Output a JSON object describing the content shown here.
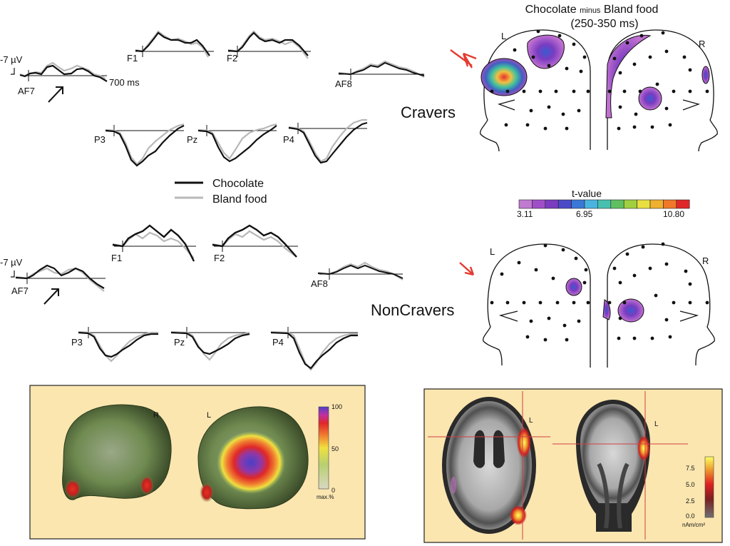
{
  "figure": {
    "title_main": "Chocolate",
    "title_minus": "minus",
    "title_rest": "Bland food",
    "title_window": "(250-350 ms)",
    "groups": {
      "cravers": "Cravers",
      "noncravers": "NonCravers"
    },
    "erp": {
      "scale_label": "-7 µV",
      "time_label": "700 ms",
      "electrodes": [
        "AF7",
        "F1",
        "F2",
        "AF8",
        "P3",
        "Pz",
        "P4"
      ],
      "legend": {
        "chocolate": "Chocolate",
        "bland": "Bland food"
      },
      "colors": {
        "chocolate": "#111111",
        "bland": "#b8b8b8"
      }
    },
    "topomap": {
      "left_label": "L",
      "right_label": "R",
      "colorbar_title": "t-value",
      "colorbar_min": "3.11",
      "colorbar_mid": "6.95",
      "colorbar_max": "10.80",
      "colorbar_colors": [
        "#c07ad0",
        "#a04ec8",
        "#7a3cc0",
        "#4a4ac8",
        "#3a78d6",
        "#4ab4e0",
        "#48c0b0",
        "#60c060",
        "#a0d040",
        "#e8e040",
        "#f0b030",
        "#f07828",
        "#e02828"
      ]
    },
    "source_3d": {
      "left_label": "R",
      "right_label": "L",
      "scale_max": "100",
      "scale_mid": "50",
      "scale_min": "0",
      "scale_unit": "max.%"
    },
    "mri": {
      "label_axial": "L",
      "label_coronal": "L",
      "scale_ticks": [
        "7.5",
        "5.0",
        "2.5",
        "0.0"
      ],
      "scale_unit": "nAm/cm²"
    }
  }
}
